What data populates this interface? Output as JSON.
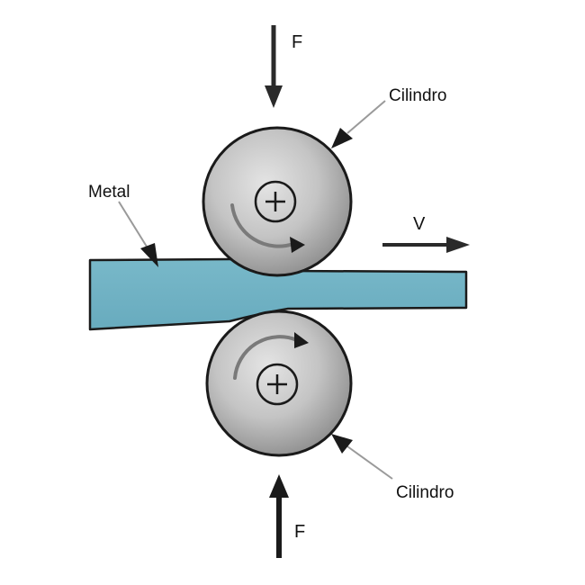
{
  "labels": {
    "force_top": "F",
    "force_bottom": "F",
    "cylinder_top": "Cilindro",
    "cylinder_bottom": "Cilindro",
    "metal": "Metal",
    "velocity": "V"
  },
  "colors": {
    "metal_fill": "#6fb1c3",
    "outline": "#1a1a1a",
    "cylinder_light": "#dcdcdc",
    "cylinder_dark": "#8f8f8f",
    "leader": "#9a9a9a"
  },
  "icons": {
    "cylinder_center": "plus-circle-icon",
    "rotation_arrow": "curved-arrow-icon"
  }
}
